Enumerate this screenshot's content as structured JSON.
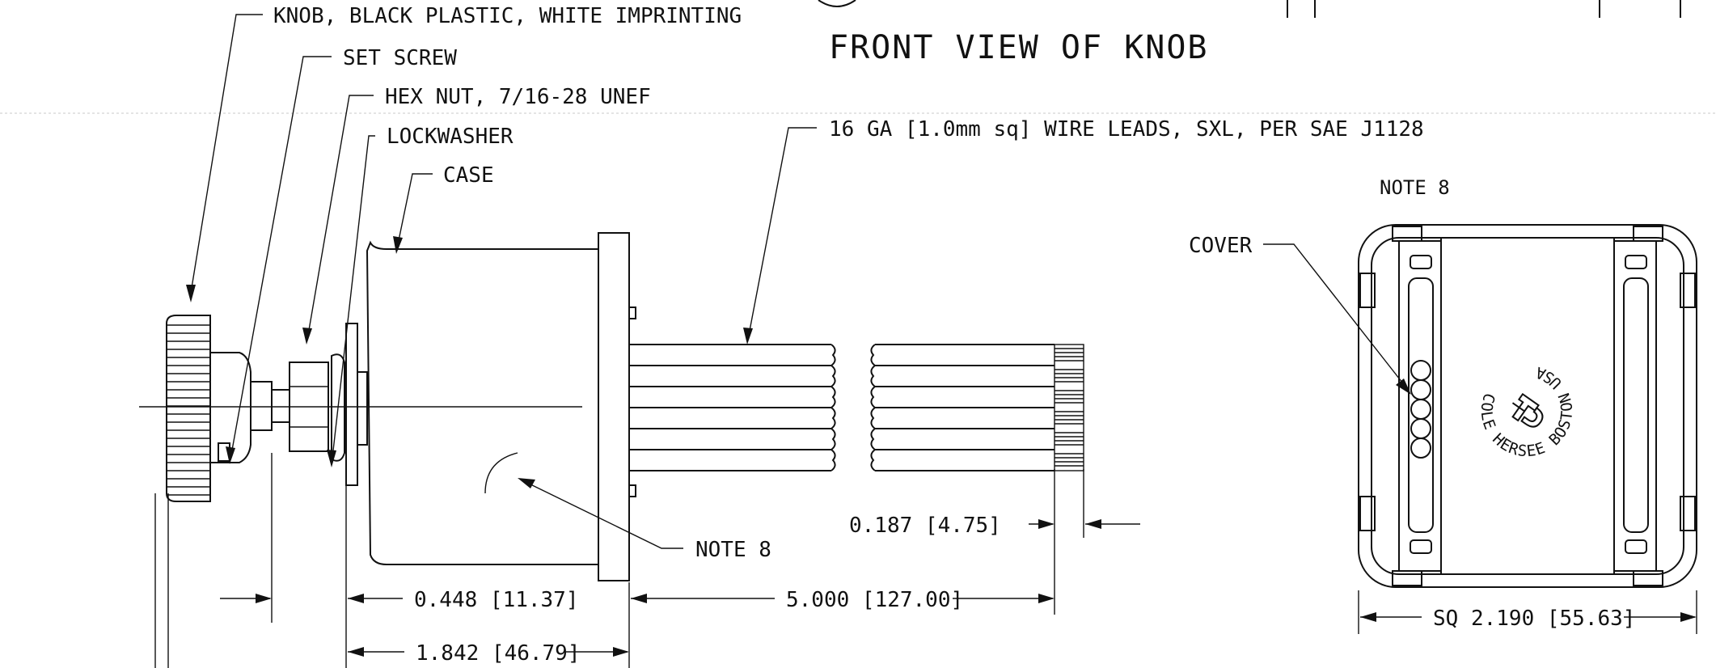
{
  "labels": {
    "knob": "KNOB, BLACK PLASTIC, WHITE IMPRINTING",
    "set_screw": "SET SCREW",
    "hex_nut": "HEX NUT, 7/16-28 UNEF",
    "lockwasher": "LOCKWASHER",
    "case": "CASE",
    "wire_leads": "16 GA [1.0mm sq] WIRE LEADS, SXL, PER SAE J1128",
    "front_view_title": "FRONT VIEW OF KNOB",
    "note8_top": "NOTE 8",
    "cover": "COVER",
    "note8_case": "NOTE 8",
    "stamp_text": "COLE HERSEE BOSTON USA"
  },
  "dimensions": {
    "d_0187": "0.187 [4.75]",
    "d_0448": "0.448 [11.37]",
    "d_5000": "5.000 [127.00]",
    "d_1842": "1.842 [46.79]",
    "d_sq": "SQ 2.190 [55.63]"
  }
}
